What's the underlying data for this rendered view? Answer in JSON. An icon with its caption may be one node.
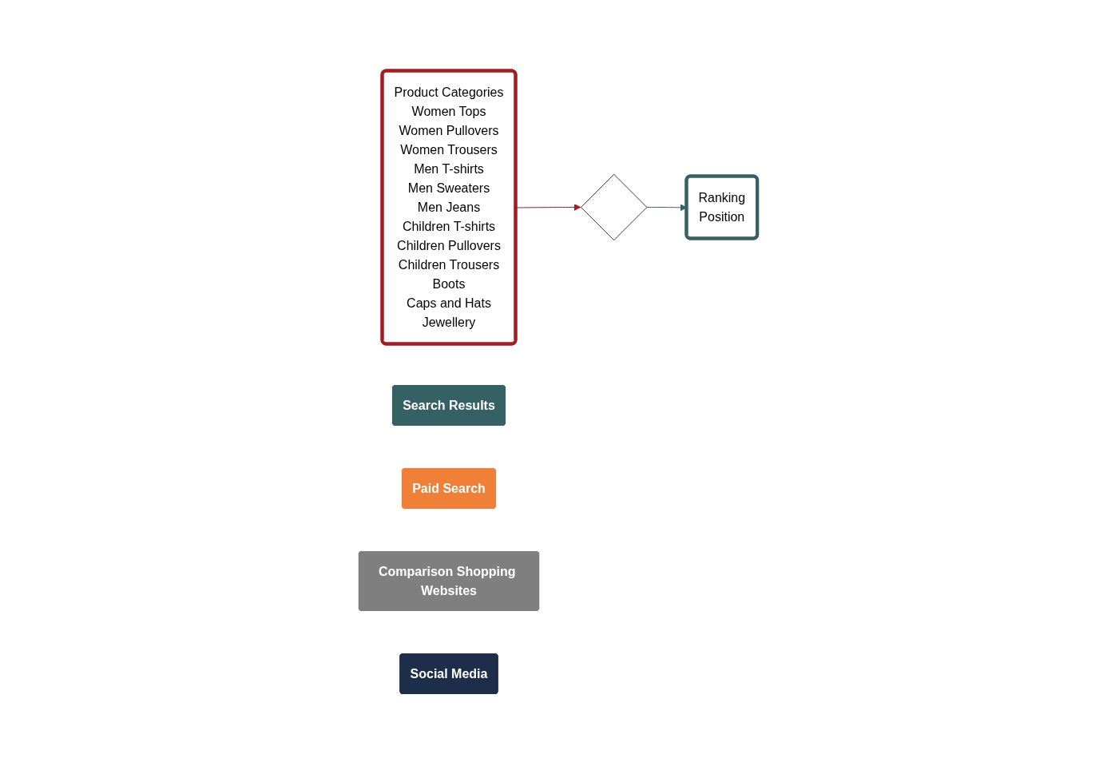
{
  "diagram": {
    "nodes": [
      {
        "text": [
          "Product Categories",
          "Women Tops",
          "Women Pullovers",
          "Women Trousers",
          "Men T-shirts",
          "Men Sweaters",
          "Men Jeans",
          "Children T-shirts",
          "Children Pullovers",
          "Children Trousers",
          "Boots",
          "Caps and Hats",
          "Jewellery"
        ]
      },
      {
        "text": [],
        "shape": "diamond"
      },
      {
        "text": [
          "Search Results"
        ]
      },
      {
        "text": [
          "Paid Search"
        ]
      },
      {
        "text": [
          "Comparison Shopping Websites"
        ]
      },
      {
        "text": [
          "Social Media"
        ]
      },
      {
        "text": [
          "Ranking",
          "Position"
        ]
      }
    ],
    "edges": [
      {
        "from": 0,
        "to": 1,
        "arrow": "to",
        "color": "#a31c23"
      },
      {
        "from": 1,
        "to": 6,
        "arrow": "to",
        "color": "#356064"
      }
    ]
  }
}
